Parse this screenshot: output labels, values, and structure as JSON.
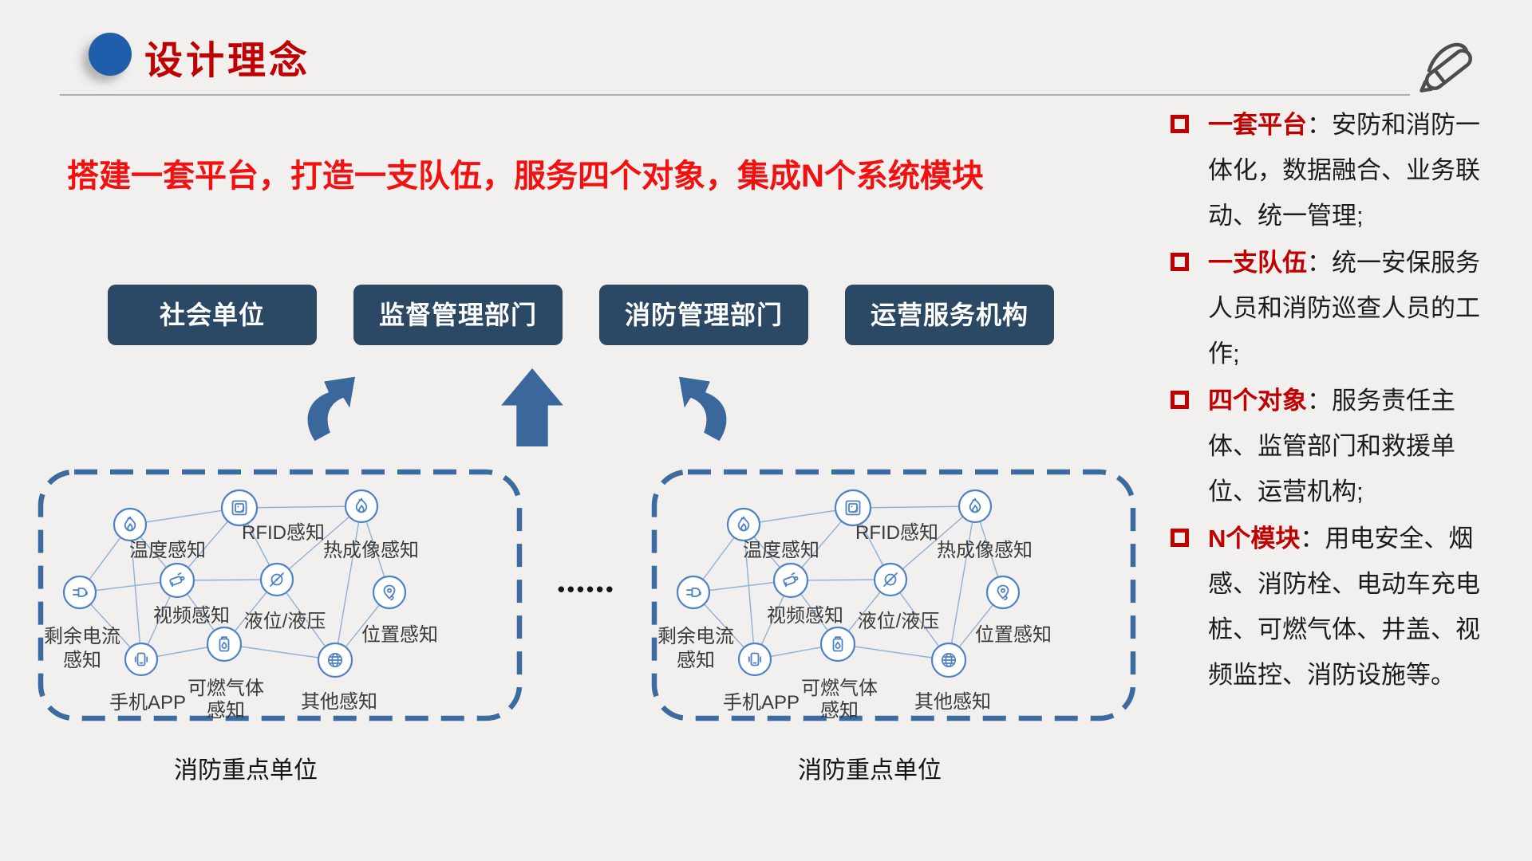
{
  "colors": {
    "background": "#f1f0ee",
    "title_red": "#c00000",
    "subtitle_red": "#f21010",
    "button_navy": "#2b4865",
    "arrow_blue": "#3a689d",
    "node_blue": "#4e82c4",
    "dashed_border_blue": "#3c6ba0",
    "header_dot_blue": "#1e5eaa"
  },
  "header": {
    "title": "设计理念",
    "dot_icon": "blue-circle",
    "corner_icon": "pen-icon"
  },
  "subtitle": "搭建一套平台，打造一支队伍，服务四个对象，集成N个系统模块",
  "buttons": [
    {
      "label": "社会单位"
    },
    {
      "label": "监督管理部门"
    },
    {
      "label": "消防管理部门"
    },
    {
      "label": "运营服务机构"
    }
  ],
  "diagram": {
    "caption": "消防重点单位",
    "ellipsis": "••••••",
    "nodes": [
      {
        "icon": "flame-icon",
        "label": "温度感知"
      },
      {
        "icon": "rfid-icon",
        "label": "RFID感知"
      },
      {
        "icon": "flame-icon",
        "label": "热成像感知"
      },
      {
        "icon": "plug-icon",
        "label": "剩余电流",
        "label2": "感知"
      },
      {
        "icon": "camera-icon",
        "label": "视频感知"
      },
      {
        "icon": "valve-icon",
        "label": "液位/液压"
      },
      {
        "icon": "pin-icon",
        "label": "位置感知"
      },
      {
        "icon": "phone-icon",
        "label": "手机APP"
      },
      {
        "icon": "gas-icon",
        "label": "可燃气体",
        "label2": "感知"
      },
      {
        "icon": "globe-icon",
        "label": "其他感知"
      }
    ]
  },
  "bullets": [
    {
      "keyword": "一套平台",
      "text": "：安防和消防一体化，数据融合、业务联动、统一管理;"
    },
    {
      "keyword": "一支队伍",
      "text": "：统一安保服务人员和消防巡查人员的工作;"
    },
    {
      "keyword": "四个对象",
      "text": "：服务责任主体、监管部门和救援单位、运营机构;"
    },
    {
      "keyword": "N个模块",
      "text": "：用电安全、烟感、消防栓、电动车充电桩、可燃气体、井盖、视频监控、消防设施等。"
    }
  ]
}
